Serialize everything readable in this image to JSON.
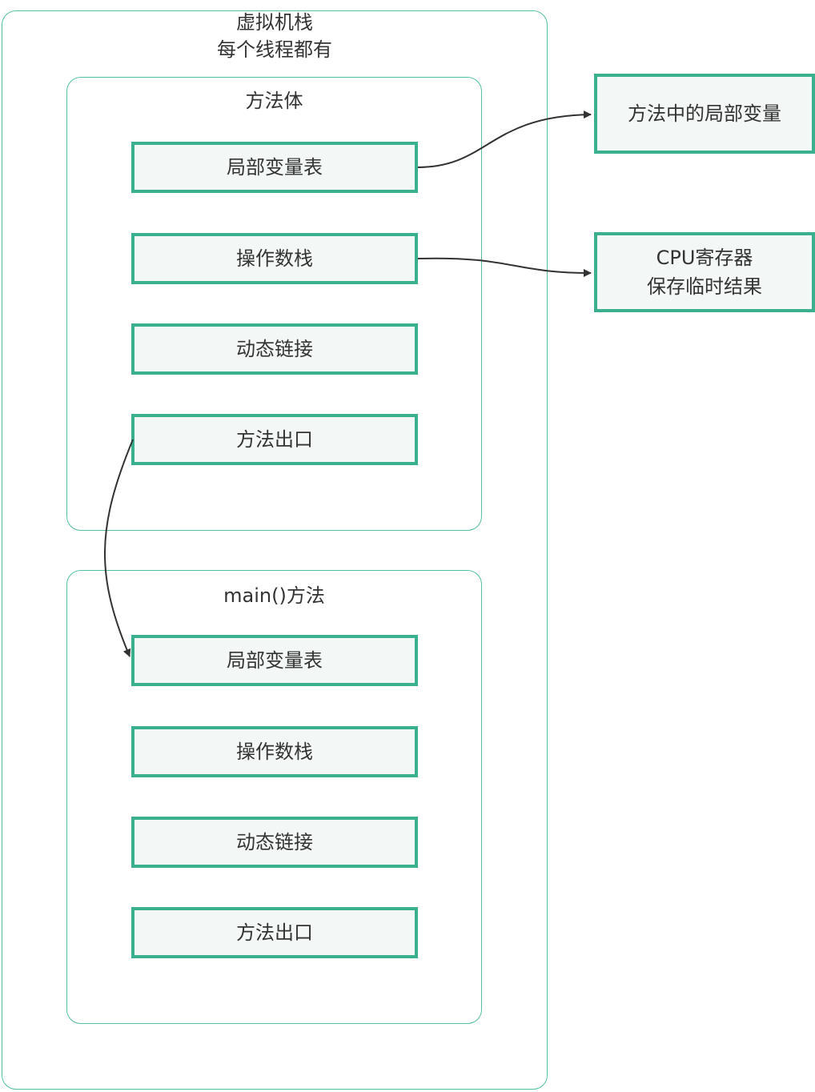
{
  "jvm_stack": {
    "title_line1": "虚拟机栈",
    "title_line2": "每个线程都有"
  },
  "frame_method": {
    "title": "方法体",
    "items": [
      "局部变量表",
      "操作数栈",
      "动态链接",
      "方法出口"
    ]
  },
  "frame_main": {
    "title": "main()方法",
    "items": [
      "局部变量表",
      "操作数栈",
      "动态链接",
      "方法出口"
    ]
  },
  "notes": {
    "local_vars": "方法中的局部变量",
    "operand_line1": "CPU寄存器",
    "operand_line2": "保存临时结果"
  },
  "colors": {
    "border": "#3bb08f",
    "fill": "#f3f7f6",
    "arrow": "#333333"
  }
}
